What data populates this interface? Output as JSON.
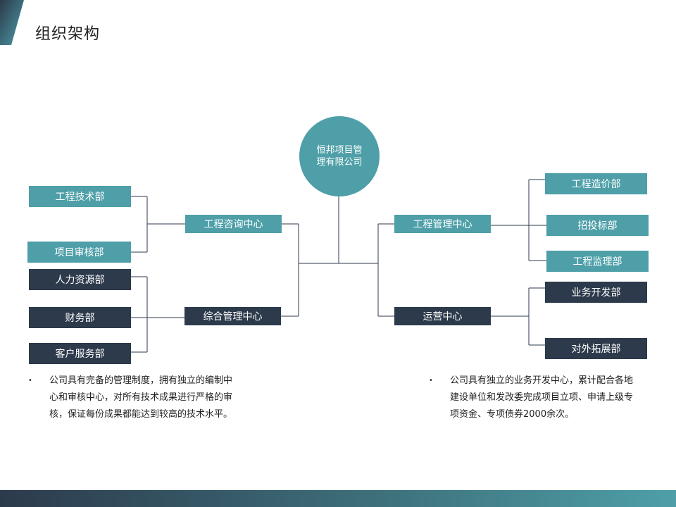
{
  "title": "组织架构",
  "root": {
    "label": "恒邦项目管理有限公司"
  },
  "centers": {
    "engineering_consulting": "工程咨询中心",
    "general_management": "综合管理中心",
    "engineering_management": "工程管理中心",
    "operations": "运营中心"
  },
  "departments": {
    "engineering_tech": "工程技术部",
    "project_review": "项目审核部",
    "hr": "人力资源部",
    "finance": "财务部",
    "customer_service": "客户服务部",
    "cost": "工程造价部",
    "bidding": "招投标部",
    "supervision": "工程监理部",
    "business_dev": "业务开发部",
    "external_expansion": "对外拓展部"
  },
  "notes": {
    "left": {
      "bullet": "•",
      "lines": [
        "公司具有完备的管理制度，拥有独立的编制中",
        "心和审核中心，对所有技术成果进行严格的审",
        "核，保证每份成果都能达到较高的技术水平。"
      ]
    },
    "right": {
      "bullet": "•",
      "lines": [
        "公司具有独立的业务开发中心，累计配合各地",
        "建设单位和发改委完成项目立项、申请上级专",
        "项资金、专项债券2000余次。"
      ]
    }
  },
  "colors": {
    "teal": "#4e9fa8",
    "dark": "#2c3a4c"
  }
}
